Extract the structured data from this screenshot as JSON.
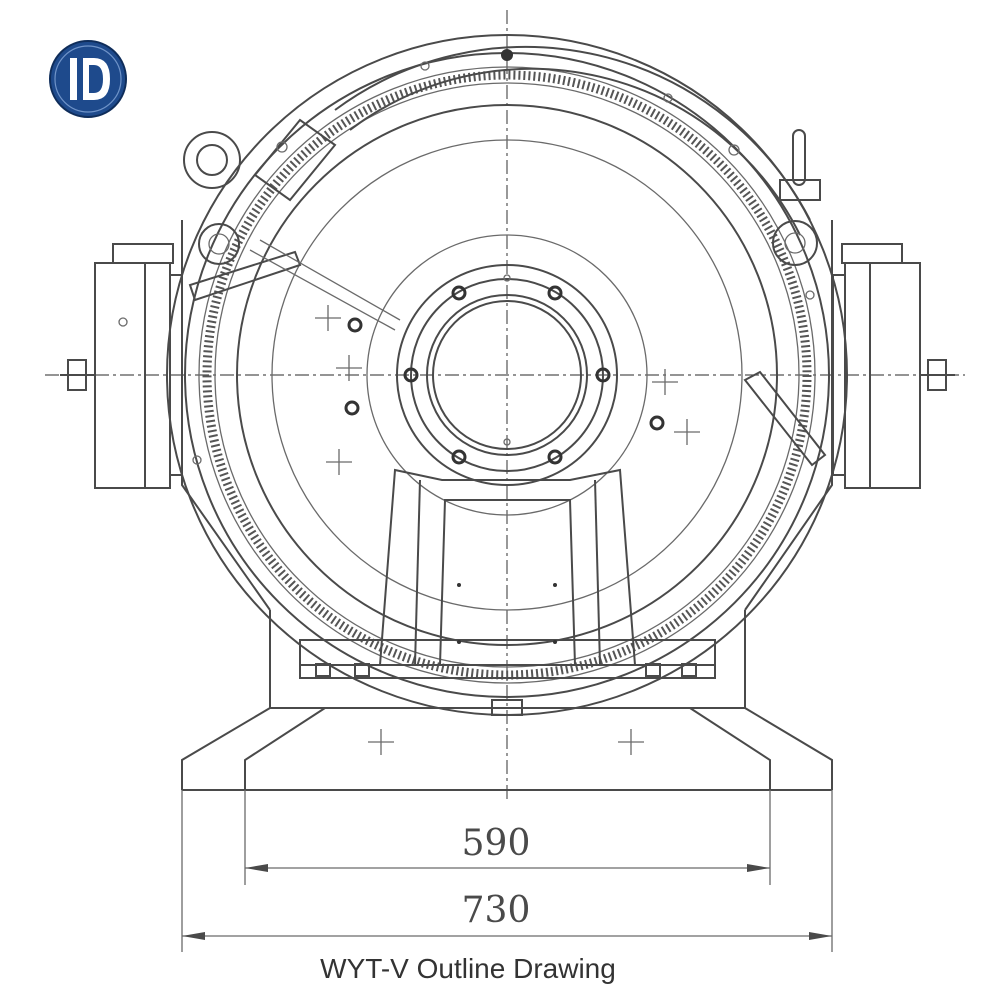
{
  "logo": {
    "icon": "d-mark-logo-icon",
    "color": "#1e4a8c"
  },
  "dimensions": {
    "inner_width": "590",
    "outer_width": "730"
  },
  "caption": "WYT-V Outline Drawing"
}
